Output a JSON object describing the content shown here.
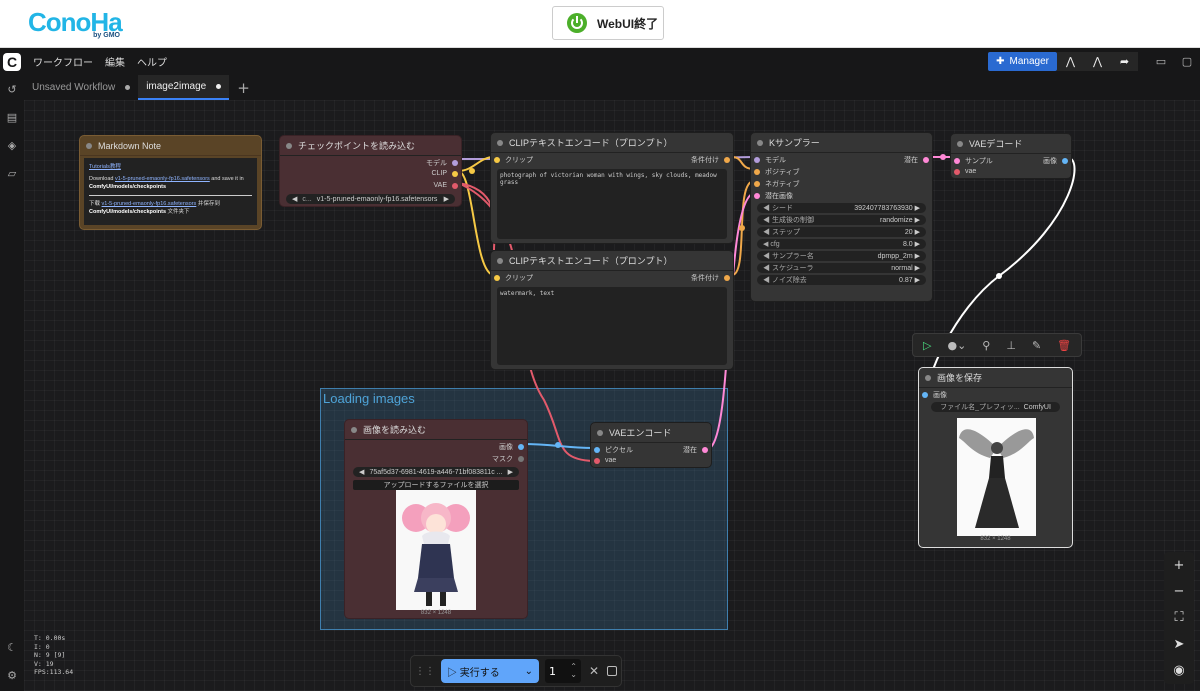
{
  "header": {
    "logo_text": "ConoHa",
    "logo_sub": "by GMO",
    "webui_button_label": "WebUI終了"
  },
  "menubar": {
    "items": [
      "ワークフロー",
      "編集",
      "ヘルプ"
    ],
    "manager_label": "Manager"
  },
  "tabs": [
    {
      "label": "Unsaved Workflow"
    },
    {
      "label": "image2image"
    }
  ],
  "group": {
    "title": "Loading images"
  },
  "nodes": {
    "markdown": {
      "title": "Markdown Note",
      "link1": "Tutorials教程",
      "line2_pre": "Download ",
      "line2_link": "v1-5-pruned-emaonly-fp16.safetensors",
      "line2_post": " and save it in",
      "line3": "ComfyUI/models/checkpoints",
      "line4_pre": "下载 ",
      "line4_link": "v1-5-pruned-emaonly-fp16.safetensors",
      "line4_post": " 并保存到",
      "line5": "ComfyUI/models/checkpoints",
      "line5_post": " 文件夹下"
    },
    "checkpoint": {
      "title": "チェックポイントを読み込む",
      "outputs": [
        "モデル",
        "CLIP",
        "VAE"
      ],
      "widget_label": "c...",
      "widget_value": "v1-5-pruned-emaonly-fp16.safetensors"
    },
    "clip1": {
      "title": "CLIPテキストエンコード（プロンプト）",
      "input": "クリップ",
      "output": "条件付け",
      "text": "photograph of victorian woman with wings, sky clouds, meadow grass"
    },
    "clip2": {
      "title": "CLIPテキストエンコード（プロンプト）",
      "input": "クリップ",
      "output": "条件付け",
      "text": "watermark, text"
    },
    "ksampler": {
      "title": "Kサンプラー",
      "inputs": [
        "モデル",
        "ポジティブ",
        "ネガティブ",
        "潜在画像"
      ],
      "output": "潜在",
      "widgets": [
        {
          "label": "シード",
          "value": "392407783763930"
        },
        {
          "label": "生成後の制御",
          "value": "randomize"
        },
        {
          "label": "ステップ",
          "value": "20"
        },
        {
          "label": "cfg",
          "value": "8.0"
        },
        {
          "label": "サンプラー名",
          "value": "dpmpp_2m"
        },
        {
          "label": "スケジューラ",
          "value": "normal"
        },
        {
          "label": "ノイズ除去",
          "value": "0.87"
        }
      ]
    },
    "vaedecode": {
      "title": "VAEデコード",
      "inputs": [
        "サンプル",
        "vae"
      ],
      "output": "画像"
    },
    "saveimage": {
      "title": "画像を保存",
      "input": "画像",
      "widget_label": "ファイル名_プレフィッ...",
      "widget_value": "ComfyUI",
      "caption": "832 × 1248"
    },
    "loadimage": {
      "title": "画像を読み込む",
      "outputs": [
        "画像",
        "マスク"
      ],
      "widget_value": "75af5d37-6981-4619-a446-71bf083811c ...",
      "upload_label": "アップロードするファイルを選択",
      "caption": "832 × 1248"
    },
    "vaeencode": {
      "title": "VAEエンコード",
      "inputs": [
        "ピクセル",
        "vae"
      ],
      "output": "潜在"
    }
  },
  "stats": [
    "T: 0.00s",
    "I: 0",
    "N: 9 [9]",
    "V: 19",
    "FPS:113.64"
  ],
  "runbar": {
    "run_label": "実行する",
    "count": "1"
  },
  "colors": {
    "accent": "#3b82f6",
    "run": "#60a5fa",
    "manager": "#2a6ad1",
    "group": "#3f7fae"
  }
}
